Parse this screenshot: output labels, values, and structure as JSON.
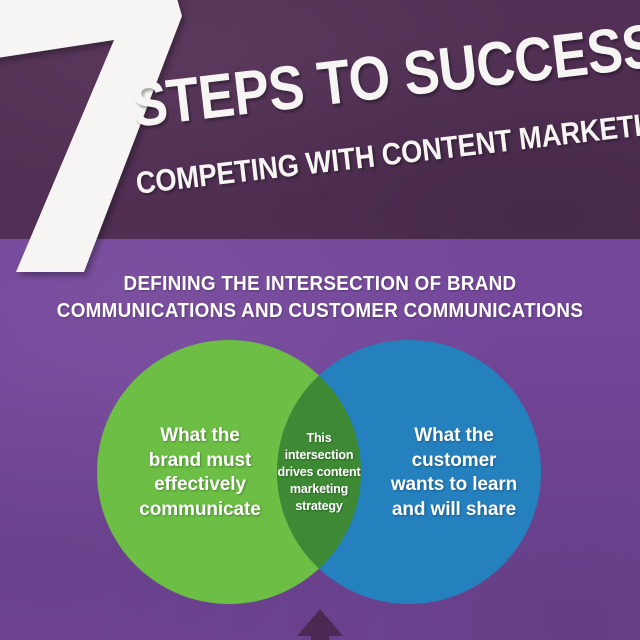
{
  "theme": {
    "band_top_color": "#523055",
    "band_bottom_color": "#74479A",
    "circle_left_color": "#6CBE45",
    "circle_right_color": "#2580BE",
    "intersection_color": "#3E8A34",
    "arrow_color": "#4A2A52",
    "text_color": "#FFFFFF"
  },
  "masthead": {
    "numeral": "7",
    "title": "STEPS TO SUCCESS",
    "subtitle": "COMPETING WITH CONTENT MARKETING"
  },
  "section": {
    "heading_line_1": "DEFINING THE INTERSECTION OF BRAND",
    "heading_line_2": "COMMUNICATIONS AND CUSTOMER COMMUNICATIONS"
  },
  "venn": {
    "left_circle": {
      "fill": "#6CBE45",
      "label": "What the brand must effectively communicate",
      "lines": [
        "What the",
        "brand must",
        "effectively",
        "communicate"
      ]
    },
    "right_circle": {
      "fill": "#2580BE",
      "label": "What the customer wants to learn and will share",
      "lines": [
        "What the",
        "customer",
        "wants to learn",
        "and will share"
      ]
    },
    "intersection": {
      "fill": "#3E8A34",
      "label": "This intersection drives content marketing strategy",
      "lines": [
        "This",
        "intersection",
        "drives content",
        "marketing",
        "strategy"
      ]
    },
    "pointer": {
      "icon": "arrow-up-icon",
      "fill": "#4A2A52"
    }
  }
}
